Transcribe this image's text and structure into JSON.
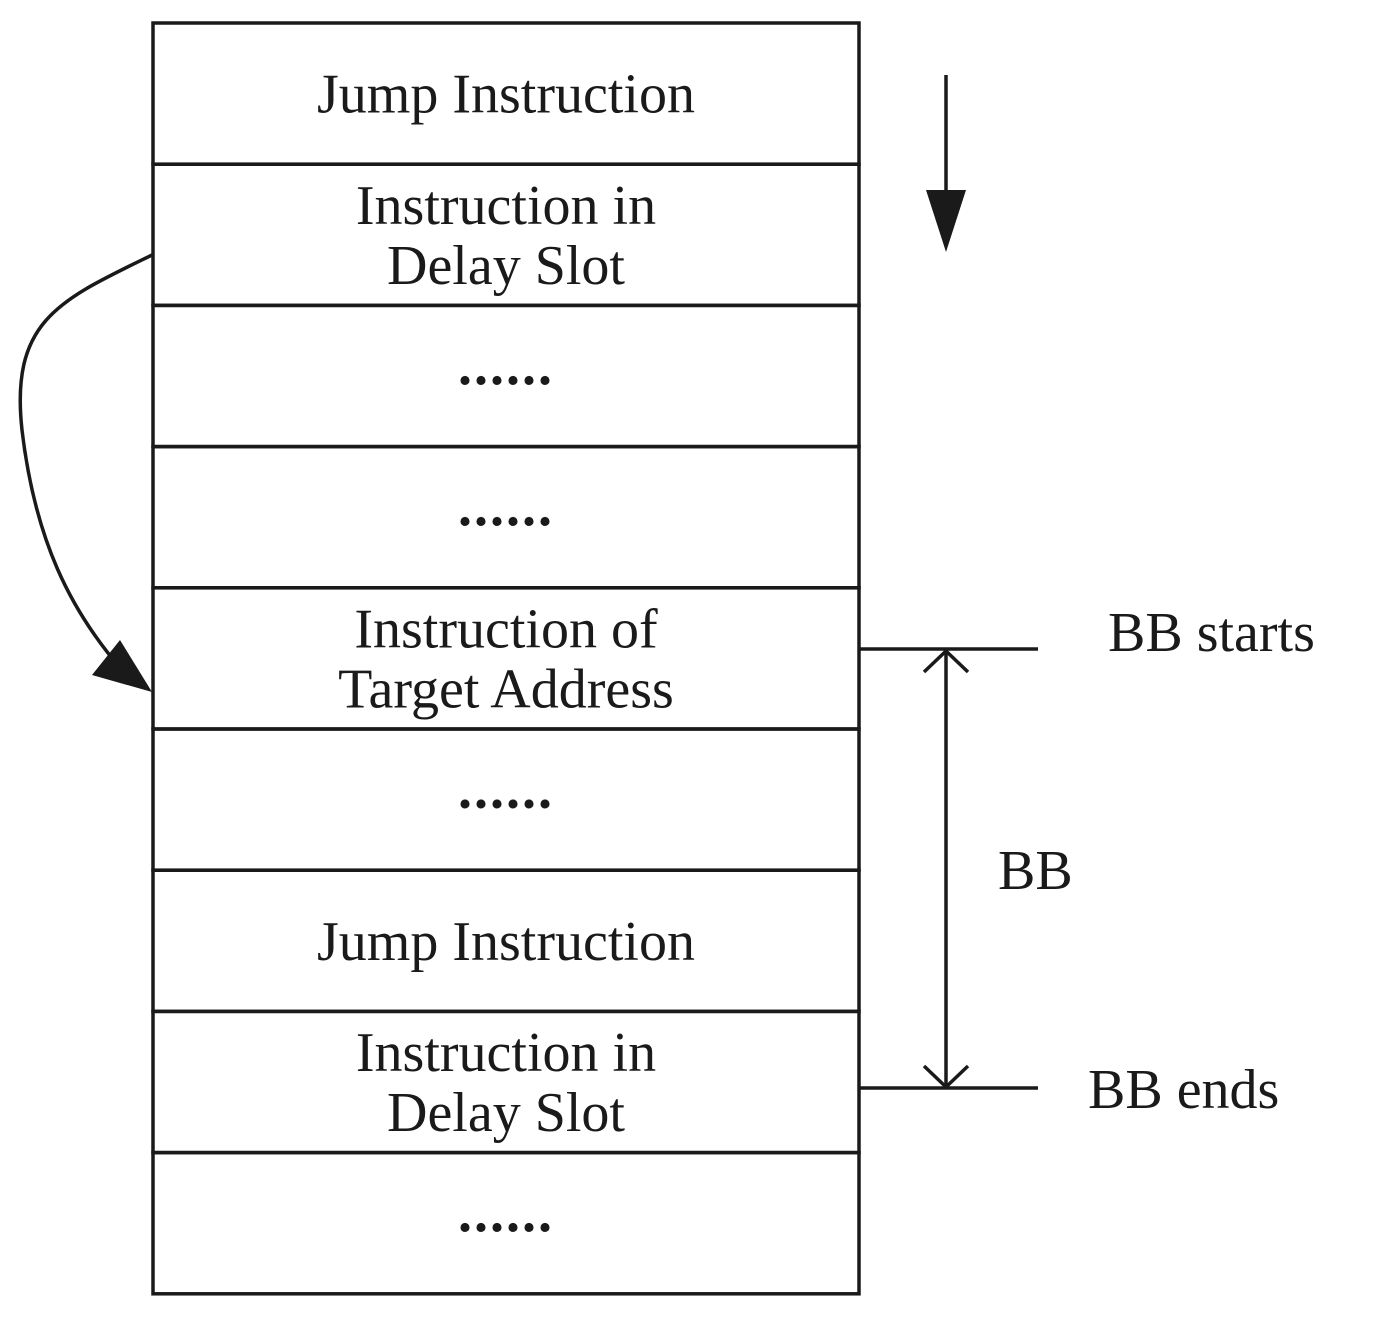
{
  "rows": [
    {
      "kind": "text",
      "lines": [
        "Jump Instruction"
      ]
    },
    {
      "kind": "text",
      "lines": [
        "Instruction in",
        "Delay Slot"
      ]
    },
    {
      "kind": "dots",
      "lines": [
        "......"
      ]
    },
    {
      "kind": "dots",
      "lines": [
        "......"
      ]
    },
    {
      "kind": "text",
      "lines": [
        "Instruction of",
        "Target Address"
      ]
    },
    {
      "kind": "dots",
      "lines": [
        "......"
      ]
    },
    {
      "kind": "text",
      "lines": [
        "Jump Instruction"
      ]
    },
    {
      "kind": "text",
      "lines": [
        "Instruction in",
        "Delay Slot"
      ]
    },
    {
      "kind": "dots",
      "lines": [
        "......"
      ]
    }
  ],
  "labels": {
    "bb_starts": "BB starts",
    "bb": "BB",
    "bb_ends": "BB ends"
  },
  "colors": {
    "stroke": "#1a1a1a",
    "background": "#ffffff"
  }
}
